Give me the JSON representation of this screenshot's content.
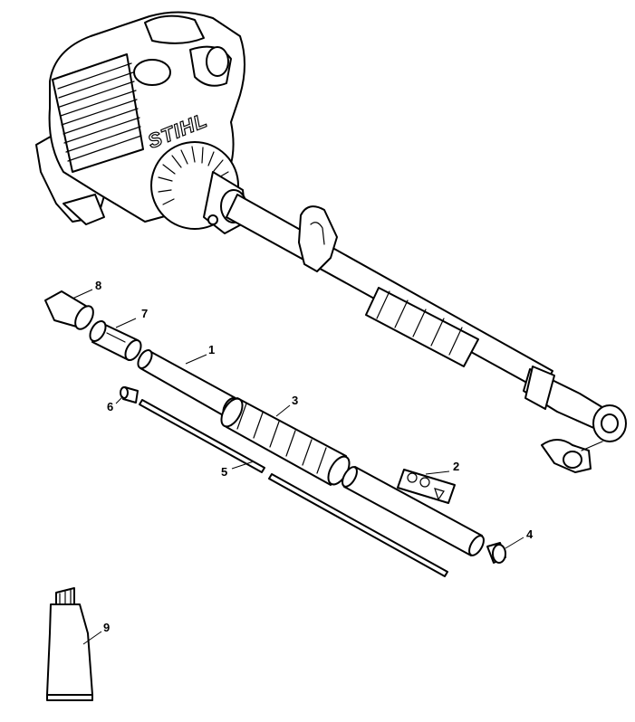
{
  "brand_text": "STIHL",
  "callouts": [
    {
      "id": "1",
      "label": "1"
    },
    {
      "id": "2",
      "label": "2"
    },
    {
      "id": "3",
      "label": "3"
    },
    {
      "id": "4",
      "label": "4"
    },
    {
      "id": "5",
      "label": "5"
    },
    {
      "id": "6",
      "label": "6"
    },
    {
      "id": "7",
      "label": "7"
    },
    {
      "id": "8",
      "label": "8"
    },
    {
      "id": "9",
      "label": "9"
    }
  ]
}
